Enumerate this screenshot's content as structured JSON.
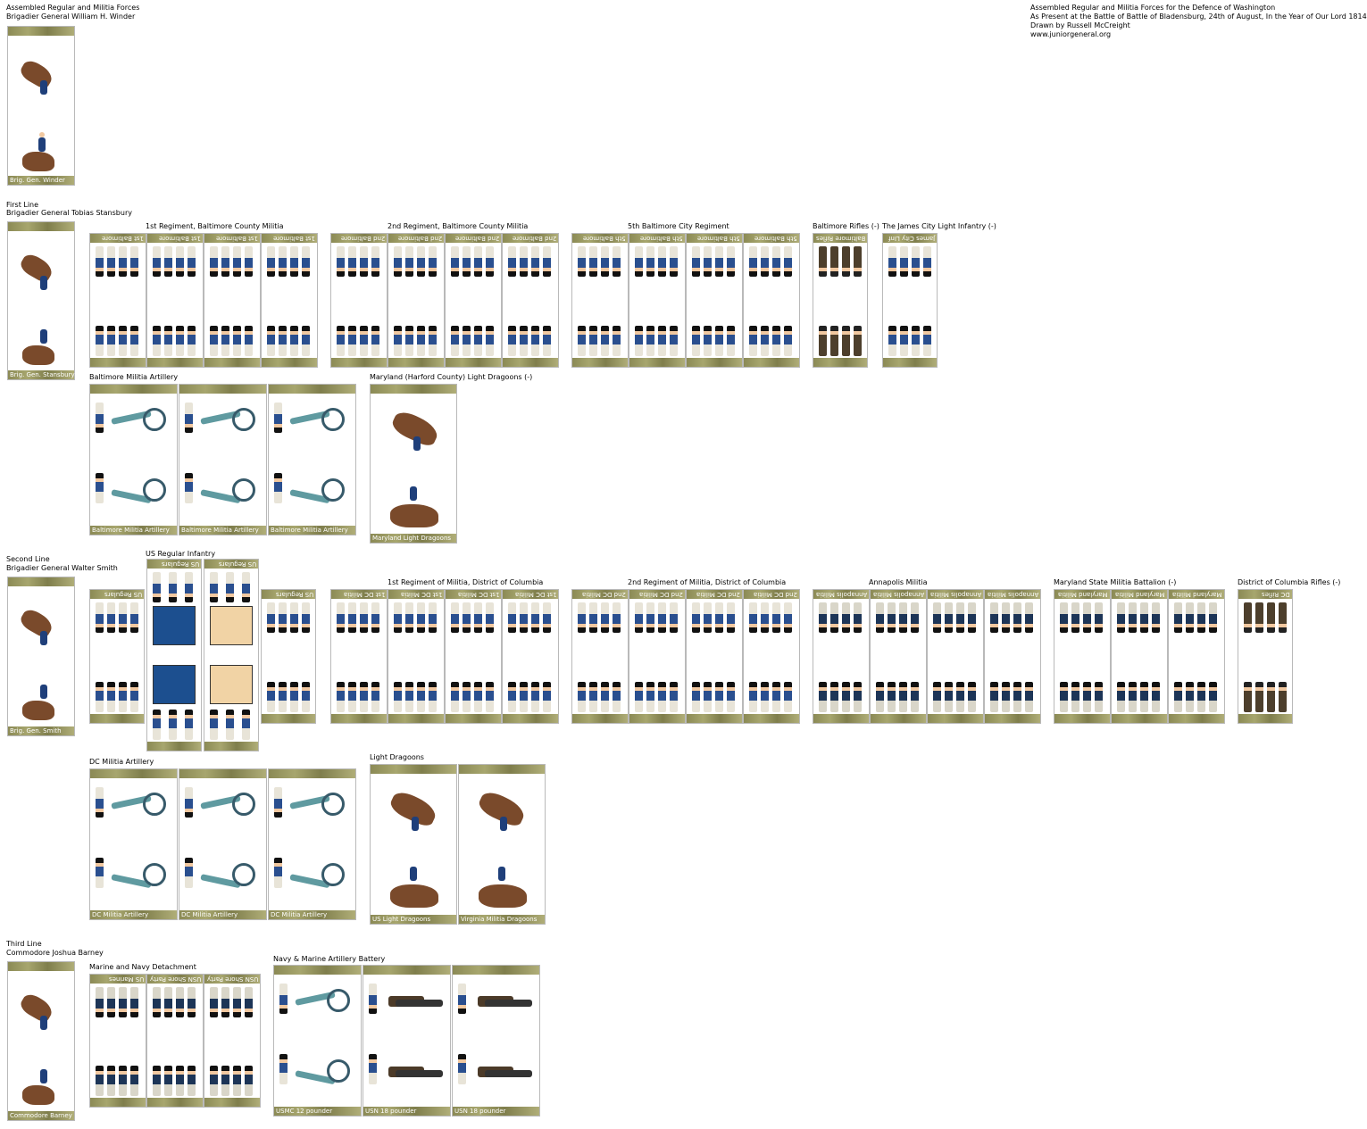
{
  "header_left": {
    "line1": "Assembled Regular and Militia Forces",
    "line2": "Brigadier General William H. Winder"
  },
  "header_right": {
    "line1": "Assembled Regular and Militia Forces for the Defence of Washington",
    "line2": "As Present at the Battle of Battle of Bladensburg, 24th of August, In the Year of Our Lord 1814",
    "line3": "Drawn by Russell McCreight",
    "line4": "www.juniorgeneral.org"
  },
  "winder": {
    "label": "Brig. Gen. Winder"
  },
  "first_line": {
    "title": "First Line",
    "commander": "Brigadier General Tobias Stansbury",
    "general_label": "Brig. Gen. Stansbury",
    "units": [
      {
        "title": "1st Regiment, Baltimore County Militia",
        "tab": "1st Baltimore"
      },
      {
        "title": "2nd Regiment, Baltimore County Militia",
        "tab": "2nd Baltimore"
      },
      {
        "title": "5th Baltimore City Regiment",
        "tab": "5th Baltimore"
      },
      {
        "title": "Baltimore Rifles (-)",
        "tab": "Baltimore Rifles"
      },
      {
        "title": "The James City Light Infantry (-)",
        "tab": "James City LInf"
      }
    ],
    "artillery_title": "Baltimore Militia Artillery",
    "artillery_label": "Baltimore Militia Artillery",
    "dragoons_title": "Maryland (Harford County) Light Dragoons (-)",
    "dragoons_label": "Maryland Light Dragoons"
  },
  "second_line": {
    "title": "Second Line",
    "commander": "Brigadier General Walter Smith",
    "general_label": "Brig. Gen. Smith",
    "regulars_title": "US Regular Infantry",
    "regulars_tab": "US Regulars",
    "units": [
      {
        "title": "1st Regiment of Militia, District of Columbia",
        "tab": "1st DC Militia"
      },
      {
        "title": "2nd Regiment of Militia, District of Columbia",
        "tab": "2nd DC Militia"
      },
      {
        "title": "Annapolis Militia",
        "tab": "Annapolis Militia"
      },
      {
        "title": "Maryland State Militia Battalion (-)",
        "tab": "Maryland Militia"
      },
      {
        "title": "District of Columbia Rifles (-)",
        "tab": "DC Rifles"
      }
    ],
    "artillery_title": "DC Militia Artillery",
    "artillery_label": "DC Militia Artillery",
    "dragoons_title": "Light Dragoons",
    "dragoons_labels": [
      "US Light Dragoons",
      "Virginia Militia Dragoons"
    ]
  },
  "third_line": {
    "title": "Third Line",
    "commander": "Commodore Joshua Barney",
    "general_label": "Commodore Barney",
    "detachment_title": "Marine and Navy Detachment",
    "detachment_tabs": [
      "US Marines",
      "USN Shore Party",
      "USN Shore Party"
    ],
    "battery_title": "Navy & Marine Artillery Battery",
    "battery_labels": [
      "USMC 12 pounder",
      "USN 18 pounder",
      "USN 18 pounder"
    ]
  },
  "colors": {
    "base_green": "#9a9862",
    "horse": "#7a4a2b",
    "coat_blue": "#2a4f8f",
    "cannon_teal": "#5f9aa0",
    "flag_blue": "#1c4f8f",
    "flag_buff": "#f1d3a5"
  }
}
